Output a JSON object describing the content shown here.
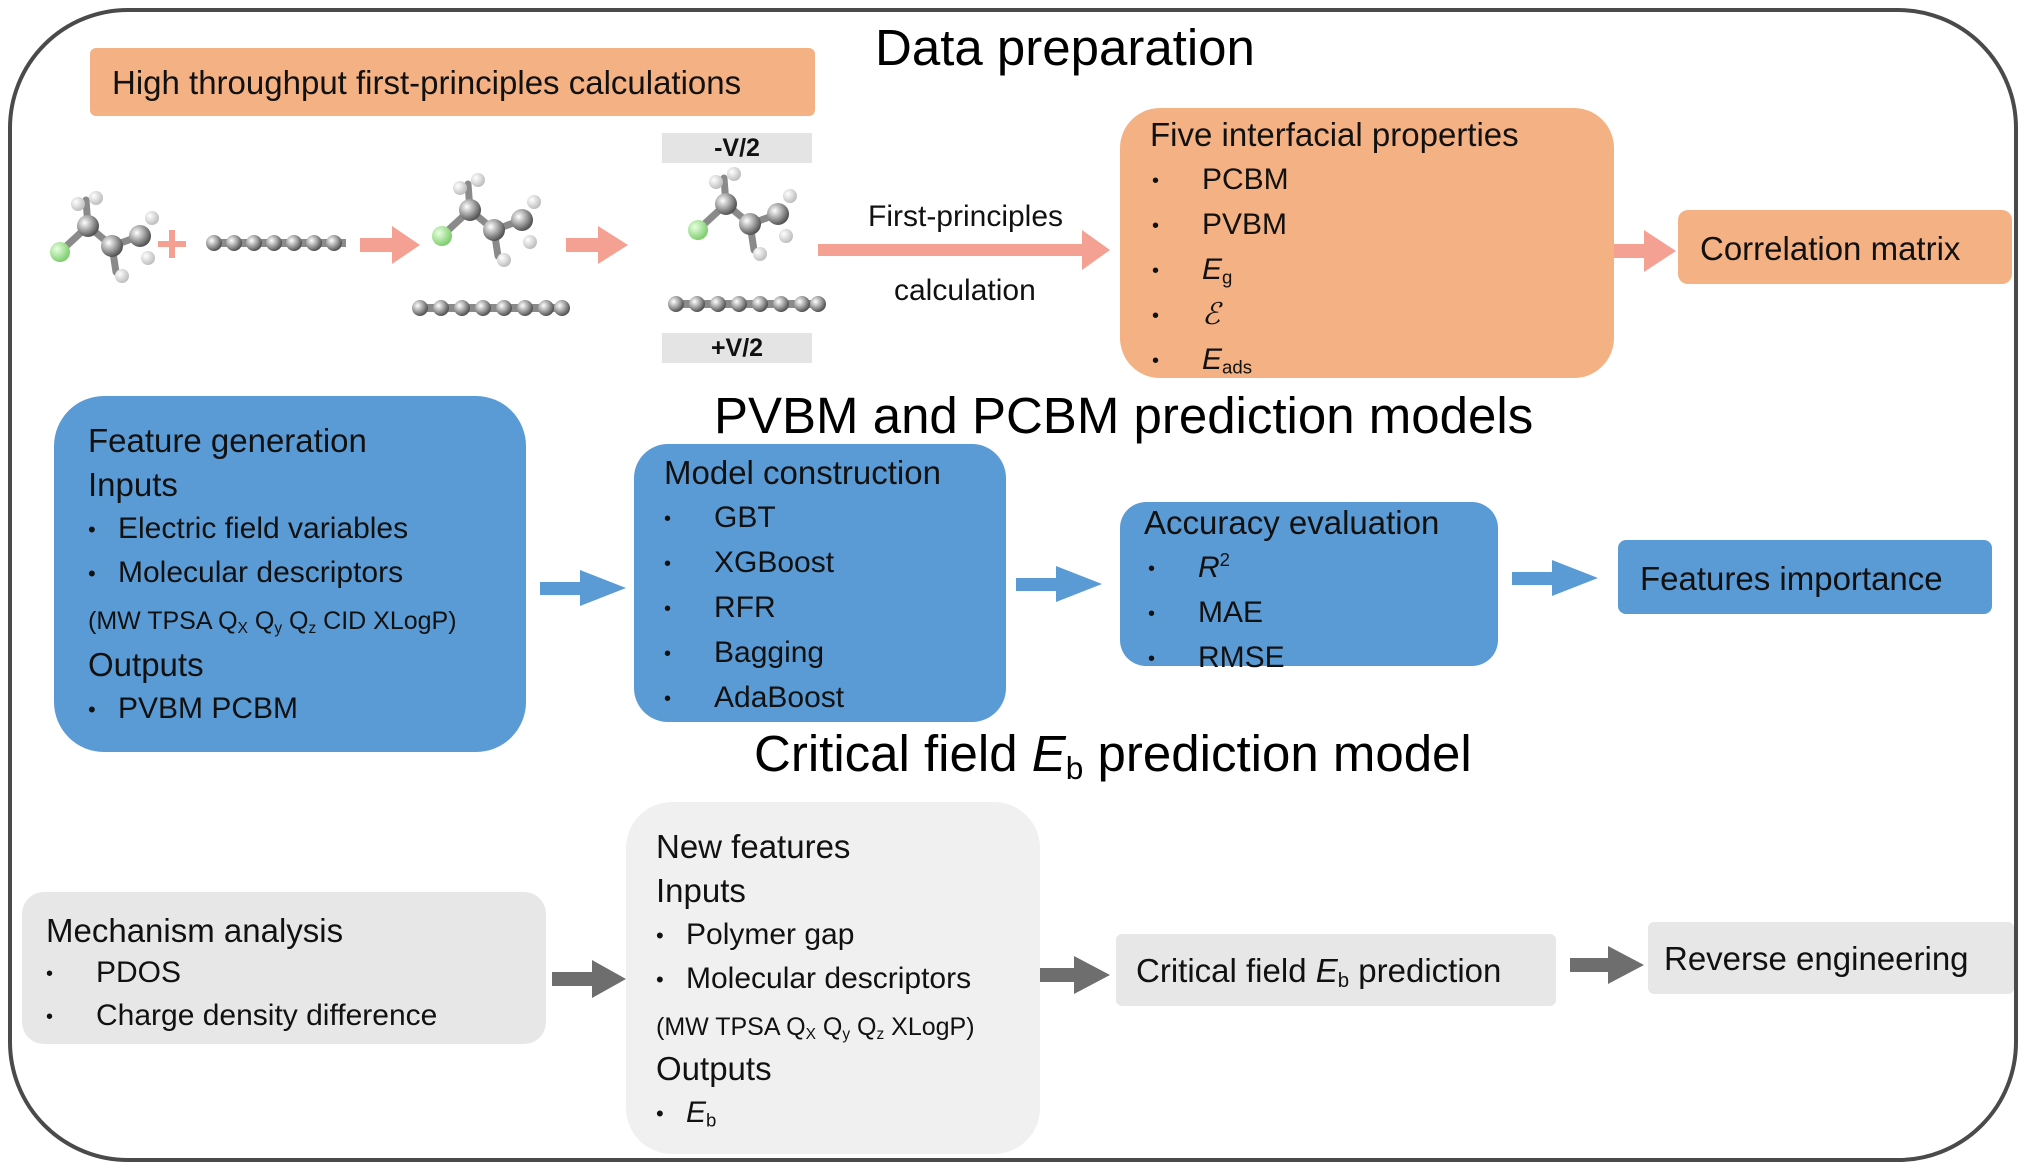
{
  "sections": {
    "data_preparation": "Data preparation",
    "prediction_models": "PVBM and PCBM prediction models",
    "critical_field_prefix": "Critical field ",
    "critical_field_var": "E",
    "critical_field_sub": "b",
    "critical_field_suffix": " prediction model"
  },
  "data_prep": {
    "htp_label": "High throughput first-principles calculations",
    "field_top": "-V/2",
    "field_bottom": "+V/2",
    "arrow_label_line1": "First-principles",
    "arrow_label_line2": "calculation",
    "properties_title": "Five interfacial properties",
    "properties": {
      "p1": "PCBM",
      "p2": "PVBM",
      "p3_var": "E",
      "p3_sub": "g",
      "p4": "ℰ",
      "p5_var": "E",
      "p5_sub": "ads"
    },
    "correlation": "Correlation matrix"
  },
  "models": {
    "feature_title": "Feature generation",
    "inputs_label": "Inputs",
    "input1": "Electric field variables",
    "input2": "Molecular descriptors",
    "descriptor_note": "(MW TPSA Q",
    "outputs_label": "Outputs",
    "output1": "PVBM PCBM",
    "construction_title": "Model construction",
    "algorithms": [
      "GBT",
      "XGBoost",
      "RFR",
      "Bagging",
      "AdaBoost"
    ],
    "accuracy_title": "Accuracy evaluation",
    "metric1_var": "R",
    "metric1_sup": "2",
    "metric2": "MAE",
    "metric3": "RMSE",
    "importance": "Features importance"
  },
  "critical": {
    "mechanism_title": "Mechanism analysis",
    "mech1": "PDOS",
    "mech2": "Charge density difference",
    "new_features_title": "New features",
    "inputs_label": "Inputs",
    "input1": "Polymer gap",
    "input2": "Molecular descriptors",
    "outputs_label": "Outputs",
    "output_var": "E",
    "output_sub": "b",
    "prediction_prefix": "Critical field ",
    "prediction_var": "E",
    "prediction_sub": "b",
    "prediction_suffix": " prediction",
    "reverse": "Reverse engineering"
  },
  "colors": {
    "orange": "#f4b183",
    "salmon_arrow": "#f4a093",
    "blue": "#5b9bd5",
    "light_blue_arrow": "#5b9bd5",
    "grey_arrow": "#6e6e6e"
  }
}
